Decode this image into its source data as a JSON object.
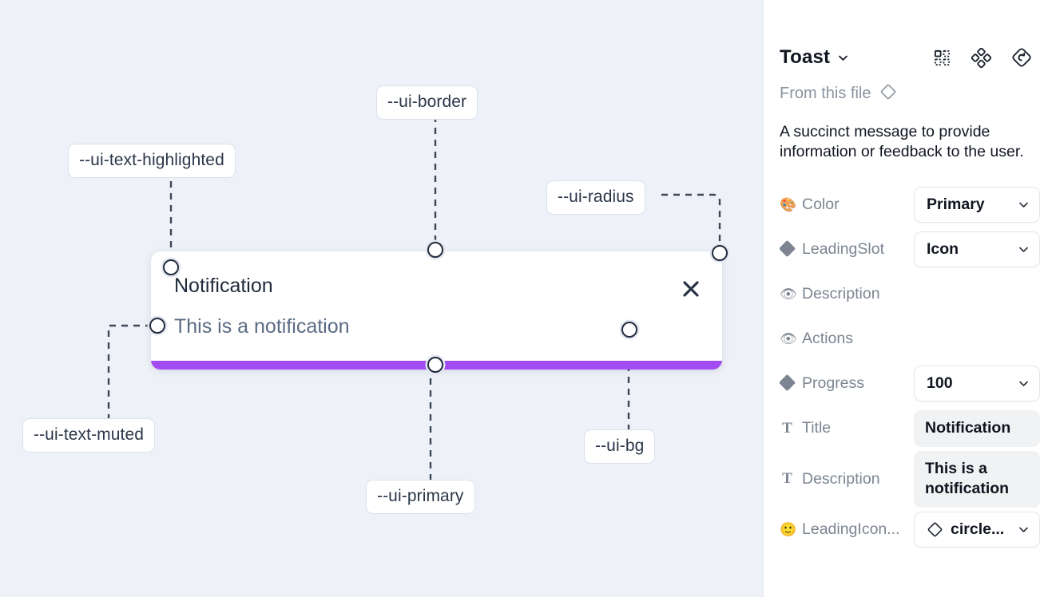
{
  "canvas": {
    "background_color": "#eef1f7",
    "annotations": [
      {
        "id": "ui-text-highlighted",
        "label": "--ui-text-highlighted"
      },
      {
        "id": "ui-border",
        "label": "--ui-border"
      },
      {
        "id": "ui-radius",
        "label": "--ui-radius"
      },
      {
        "id": "ui-text-muted",
        "label": "--ui-text-muted"
      },
      {
        "id": "ui-primary",
        "label": "--ui-primary"
      },
      {
        "id": "ui-bg",
        "label": "--ui-bg"
      }
    ],
    "toast": {
      "title": "Notification",
      "description": "This is a notification",
      "close_icon": "close-x-icon",
      "progress_color": "#a24bf2",
      "background_color": "#ffffff"
    }
  },
  "panel": {
    "title": "Toast",
    "title_chevron_icon": "chevron-down-icon",
    "header_icons": [
      {
        "name": "component-grid-icon"
      },
      {
        "name": "four-diamond-cluster-icon"
      },
      {
        "name": "reset-variant-icon"
      }
    ],
    "from_this_file": {
      "label": "From this file",
      "icon": "diamond-outline-icon"
    },
    "description": "A succinct message to provide information or feedback to the user.",
    "properties": [
      {
        "icon": "palette-emoji-icon",
        "glyph": "emoji",
        "emoji": "🎨",
        "label": "Color",
        "control": "select",
        "value": "Primary"
      },
      {
        "icon": "diamond-solid-icon",
        "glyph": "diamond",
        "label": "LeadingSlot",
        "control": "select",
        "value": "Icon"
      },
      {
        "icon": "eye-emoji-icon",
        "glyph": "emoji",
        "emoji": "👁",
        "label": "Description",
        "control": "toggle",
        "value": "on"
      },
      {
        "icon": "eye-emoji-icon",
        "glyph": "emoji",
        "emoji": "👁",
        "label": "Actions",
        "control": "toggle",
        "value": "on"
      },
      {
        "icon": "diamond-solid-icon",
        "glyph": "diamond",
        "label": "Progress",
        "control": "select",
        "value": "100"
      },
      {
        "icon": "text-type-icon",
        "glyph": "T",
        "label": "Title",
        "control": "text",
        "value": "Notification"
      },
      {
        "icon": "text-type-icon",
        "glyph": "T",
        "label": "Description",
        "control": "text",
        "value": "This is a notification"
      },
      {
        "icon": "smiley-emoji-icon",
        "glyph": "emoji",
        "emoji": "🙂",
        "label": "LeadingIcon...",
        "control": "icon-select",
        "value": "circle..."
      }
    ],
    "toggle_on_color": "#1e9bf5"
  }
}
